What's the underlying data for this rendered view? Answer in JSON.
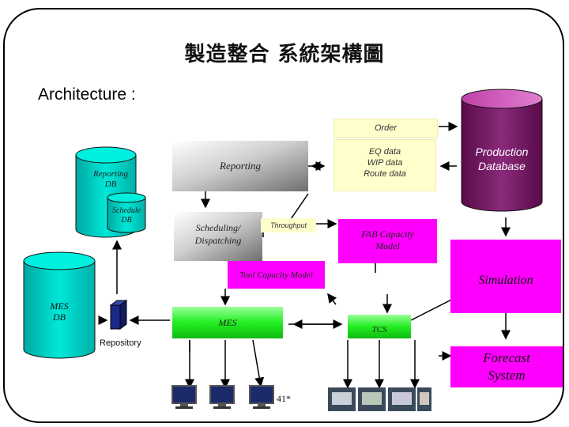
{
  "title": "製造整合 系統架構圖",
  "subtitle": "Architecture :",
  "nodes": {
    "order": "Order",
    "eq_data": [
      "EQ data",
      "WIP data",
      "Route data"
    ],
    "production_db": [
      "Production",
      "Database"
    ],
    "reporting": "Reporting",
    "reporting_db": [
      "Reporting",
      "DB"
    ],
    "schedule_db": [
      "Schedule",
      "DB"
    ],
    "scheduling": [
      "Scheduling/",
      "Dispatching"
    ],
    "throughput": "Throughput",
    "fab_capacity": [
      "FAB Capacity",
      "Model"
    ],
    "tool_capacity": "Tool Capacity Model",
    "simulation": "Simulation",
    "mes_db": [
      "MES",
      "DB"
    ],
    "repository": "Repository",
    "mes": "MES",
    "tcs": "TCS",
    "forecast": [
      "Forecast",
      "System"
    ],
    "workstation_label": "41*"
  },
  "colors": {
    "cyan": "#00e0d0",
    "magenta": "#ff00ff",
    "purple": "#7a1a6a",
    "yellow": "#ffffcc",
    "green": "#22ee22",
    "navy": "#1a2a8a"
  }
}
